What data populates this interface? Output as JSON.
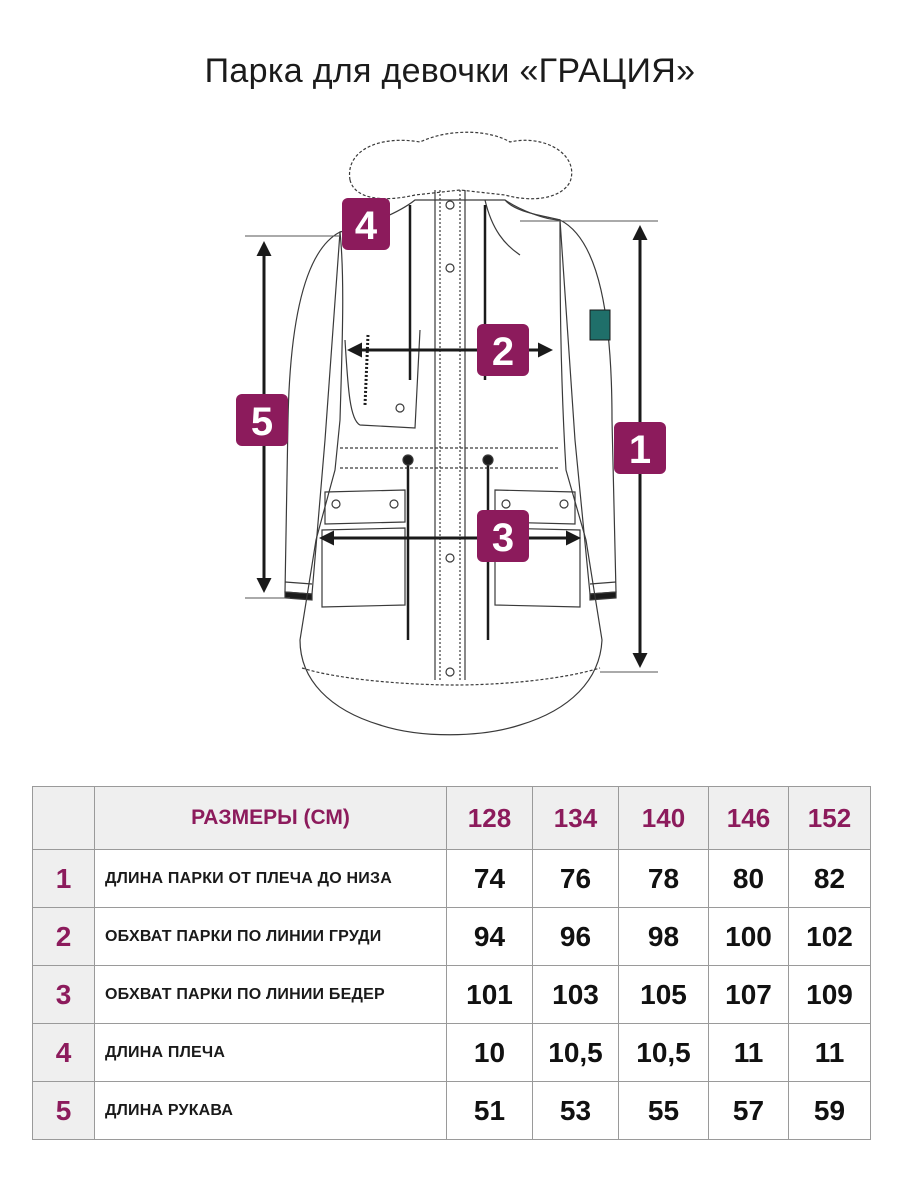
{
  "title": "Парка для девочки «ГРАЦИЯ»",
  "colors": {
    "accent": "#8c1b5c",
    "header_bg": "#efefef",
    "border": "#9a9a9a"
  },
  "diagram": {
    "badges": {
      "b1": "1",
      "b2": "2",
      "b3": "3",
      "b4": "4",
      "b5": "5"
    }
  },
  "table": {
    "header_label": "РАЗМЕРЫ (СМ)",
    "sizes": [
      "128",
      "134",
      "140",
      "146",
      "152"
    ],
    "rows": [
      {
        "num": "1",
        "label": "ДЛИНА ПАРКИ ОТ ПЛЕЧА ДО НИЗА",
        "values": [
          "74",
          "76",
          "78",
          "80",
          "82"
        ]
      },
      {
        "num": "2",
        "label": "ОБХВАТ ПАРКИ ПО ЛИНИИ ГРУДИ",
        "values": [
          "94",
          "96",
          "98",
          "100",
          "102"
        ]
      },
      {
        "num": "3",
        "label": "ОБХВАТ ПАРКИ ПО ЛИНИИ БЕДЕР",
        "values": [
          "101",
          "103",
          "105",
          "107",
          "109"
        ]
      },
      {
        "num": "4",
        "label": "ДЛИНА ПЛЕЧА",
        "values": [
          "10",
          "10,5",
          "10,5",
          "11",
          "11"
        ]
      },
      {
        "num": "5",
        "label": "ДЛИНА РУКАВА",
        "values": [
          "51",
          "53",
          "55",
          "57",
          "59"
        ]
      }
    ]
  }
}
